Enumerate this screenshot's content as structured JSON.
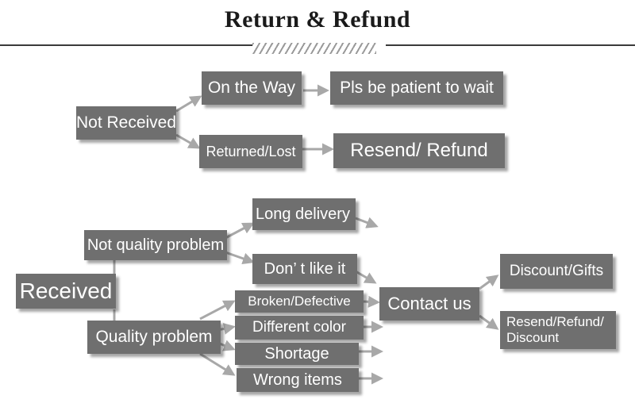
{
  "title": "Return & Refund",
  "colors": {
    "box": "#6f6f6f",
    "arrow": "#a8a8a8",
    "text": "#ffffff"
  },
  "nodes": {
    "not_received": "Not Received",
    "on_the_way": "On the Way",
    "be_patient": "Pls be patient to wait",
    "returned_lost": "Returned/Lost",
    "resend_refund": "Resend/ Refund",
    "received": "Received",
    "not_quality_problem": "Not quality problem",
    "long_delivery": "Long delivery",
    "dont_like_it": "Don’ t like it",
    "quality_problem": "Quality problem",
    "broken_defective": "Broken/Defective",
    "different_color": "Different color",
    "shortage": "Shortage",
    "wrong_items": "Wrong items",
    "contact_us": "Contact us",
    "discount_gifts": "Discount/Gifts",
    "resend_refund_discount_line1": "Resend/Refund/",
    "resend_refund_discount_line2": "Discount"
  }
}
